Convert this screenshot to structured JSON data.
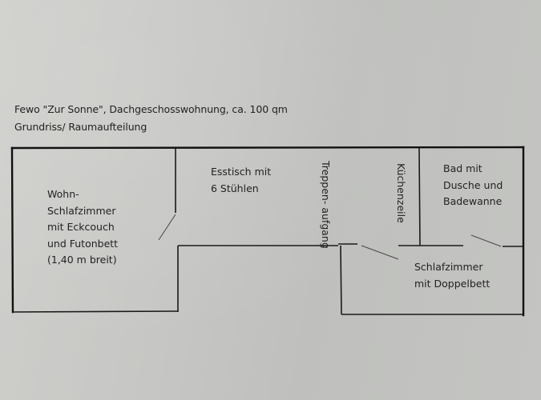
{
  "header": {
    "title": "Fewo \"Zur Sonne\", Dachgeschosswohnung, ca. 100 qm",
    "subtitle": "Grundriss/ Raumaufteilung"
  },
  "rooms": {
    "living": {
      "lines": [
        "Wohn-",
        "Schlafzimmer",
        "mit Eckcouch",
        "und Futonbett",
        "(1,40 m breit)"
      ]
    },
    "dining": {
      "lines": [
        "Esstisch mit",
        "6 Stühlen"
      ]
    },
    "stairs": {
      "lines": [
        "Treppen-",
        "aufgang"
      ]
    },
    "kitchen": {
      "lines": [
        "Küchenzeile"
      ]
    },
    "bath": {
      "lines": [
        "Bad mit",
        "Dusche und",
        "Badewanne"
      ]
    },
    "bedroom": {
      "lines": [
        "Schlafzimmer",
        "mit Doppelbett"
      ]
    }
  },
  "colors": {
    "paper": "#c6c7c4",
    "ink": "#111111"
  }
}
